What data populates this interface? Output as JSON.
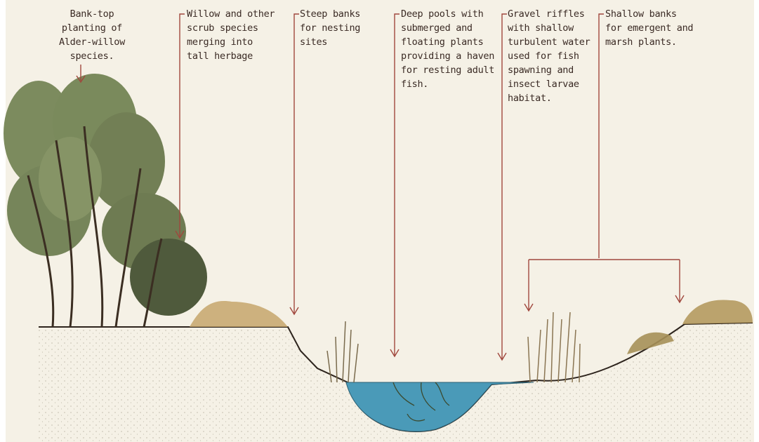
{
  "labels": {
    "bank_top": "Bank-top\nplanting of\nAlder-willow\nspecies.",
    "willow_scrub": "Willow and other\nscrub species\nmerging into\ntall herbage",
    "steep_banks": "Steep banks\nfor nesting\nsites",
    "deep_pools": "Deep pools with\nsubmerged and\nfloating plants\nproviding a haven\nfor resting adult\nfish.",
    "gravel_riffles": "Gravel riffles\nwith shallow\nturbulent water\nused for fish\nspawning and\ninsect larvae\nhabitat.",
    "shallow_banks": "Shallow banks\nfor emergent and\nmarsh plants."
  },
  "colors": {
    "paper": "#f5f1e6",
    "leader_line": "#a0473d",
    "water": "#4a9ab8",
    "ground_dot": "#b9b3a2",
    "tree_foliage": "#76855a",
    "grass": "#c5a66b"
  }
}
